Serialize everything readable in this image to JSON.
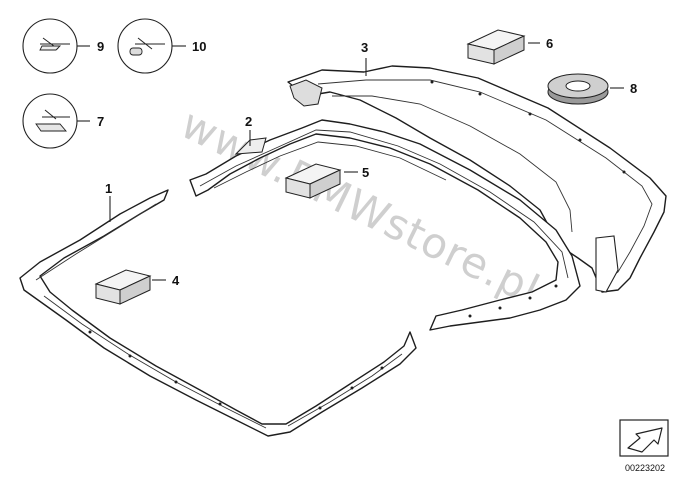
{
  "diagram": {
    "callouts": [
      {
        "id": "1",
        "label": "1"
      },
      {
        "id": "2",
        "label": "2"
      },
      {
        "id": "3",
        "label": "3"
      },
      {
        "id": "4",
        "label": "4"
      },
      {
        "id": "5",
        "label": "5"
      },
      {
        "id": "6",
        "label": "6"
      },
      {
        "id": "7",
        "label": "7"
      },
      {
        "id": "8",
        "label": "8"
      },
      {
        "id": "9",
        "label": "9"
      },
      {
        "id": "10",
        "label": "10"
      }
    ],
    "watermark": "www.BMWstore.pl",
    "doc_number": "00223202",
    "icons": {
      "seal_frame": "seal-frame-icon",
      "adhesive_block": "adhesive-block-icon",
      "tape_roll": "tape-roll-icon",
      "navigation": "arrow-icon"
    }
  }
}
